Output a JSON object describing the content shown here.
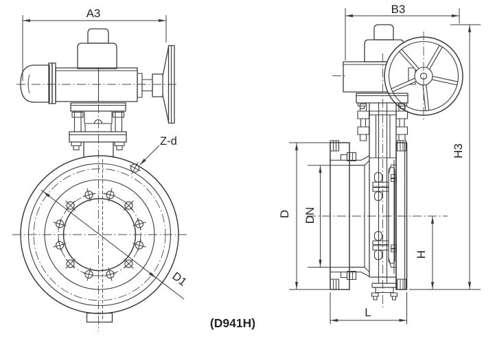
{
  "labels": {
    "dim_top_width_front": "A3",
    "dim_top_width_side": "B3",
    "bolt_holes": "Z-d",
    "bolt_circle_diameter": "D1",
    "flange_diameter": "D",
    "nominal_diameter": "DN",
    "height_center_to_base": "H",
    "total_height": "H3",
    "face_to_face_length": "L",
    "model": "(D941H)"
  },
  "style": {
    "line_color": "#3a3a3a",
    "background": "#ffffff"
  }
}
